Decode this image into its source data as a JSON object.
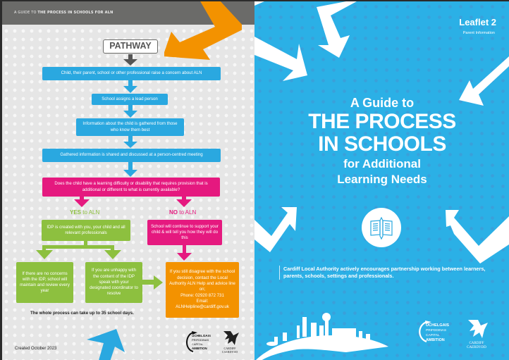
{
  "left_page": {
    "header": {
      "prefix": "A GUIDE TO ",
      "title": "THE PROCESS IN SCHOOLS FOR ALN"
    },
    "pathway_title": "PATHWAY",
    "steps": [
      "Child, their parent, school or other professional raise a concern about ALN",
      "School assigns a lead person",
      "Information about the child is gathered from those who know them best",
      "Gathered information is shared and discussed at a person-centred meeting"
    ],
    "question": "Does the child have a learning difficulty or disability that requires provision that is additional or different to what is currently available?",
    "yes_branch": {
      "label_bold": "YES",
      "label_rest": " to ALN",
      "idp": "IDP is created with you, your child and all relevant professionals",
      "no_concerns": "If there are no concerns with the IDP, school will maintain and review every year",
      "unhappy": "If you are unhappy with the content of the IDP speak with your designated coordinator to resolve"
    },
    "no_branch": {
      "label_bold": "NO",
      "label_rest": " to ALN",
      "support": "School will continue to support your child & will tell you how they will do this"
    },
    "disagree": {
      "text": "If you still disagree with the school decision, contact the Local Authority ALN Help and advice line on;",
      "phone": "Phone: 02920 872 731",
      "email_label": "Email:",
      "email": "ALNHelpline@cardiff.gov.uk"
    },
    "footnote": "The whole process can take up to 35 school days.",
    "created": "Created October 2023",
    "logos": {
      "capital_ambition": [
        "UCHELGAIS",
        "PRIFDDINAS",
        "CAPITAL",
        "AMBITION"
      ],
      "cardiff": [
        "CARDIFF",
        "CAERDYDD"
      ]
    }
  },
  "right_page": {
    "leaflet": "Leaflet 2",
    "subtitle": "Parent Information",
    "title": {
      "guide": "A Guide to",
      "line1": "THE PROCESS",
      "line2": "IN SCHOOLS",
      "sub1": "for Additional",
      "sub2": "Learning Needs"
    },
    "icon": "book-pencil-icon",
    "partnership_text": "Cardiff Local Authority actively encourages partnership working between learners, parents, schools, settings and professionals.",
    "logos": {
      "capital_ambition": [
        "UCHELGAIS",
        "PRIFDDINAS",
        "CAPITAL",
        "AMBITION"
      ],
      "cardiff": [
        "CARDIFF",
        "CAERDYDD"
      ]
    }
  },
  "colors": {
    "blue": "#2aa8e0",
    "pink": "#e5197f",
    "green": "#8dc03f",
    "orange": "#f39200",
    "grey_header": "#6b6b69",
    "cover_blue": "#2bb0e6"
  }
}
